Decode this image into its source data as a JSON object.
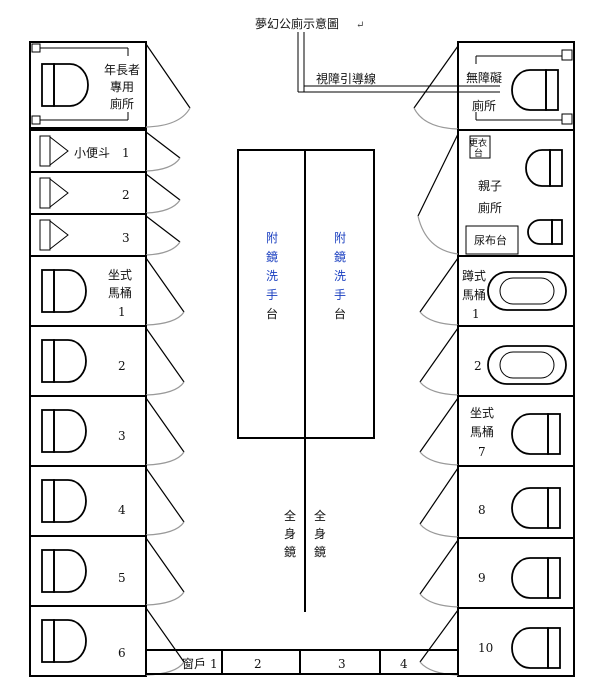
{
  "title": "夢幻公廁示意圖",
  "guide_label": "視障引導線",
  "colors": {
    "text_blue": "#1a3fc0",
    "line": "#000000",
    "door_arc": "#999999"
  },
  "left_column": {
    "elderly_toilet": [
      "年長者",
      "專用",
      "廁所"
    ],
    "urinal_label": "小便斗",
    "urinal_numbers": [
      "1",
      "2",
      "3"
    ],
    "sitting_toilet_label": [
      "坐式",
      "馬桶"
    ],
    "toilet_numbers": [
      "1",
      "2",
      "3",
      "4",
      "5",
      "6"
    ]
  },
  "right_column": {
    "accessible_toilet": [
      "無障礙",
      "廁所"
    ],
    "changing_station": [
      "更衣",
      "台"
    ],
    "family_toilet": [
      "親子",
      "廁所"
    ],
    "diaper_table": "尿布台",
    "squat_toilet_label": [
      "蹲式",
      "馬桶"
    ],
    "squat_numbers": [
      "1",
      "2"
    ],
    "sitting_toilet_label": [
      "坐式",
      "馬桶"
    ],
    "toilet_numbers": [
      "7",
      "8",
      "9",
      "10"
    ]
  },
  "center": {
    "sink_left": [
      "附",
      "鏡",
      "洗",
      "手",
      "台"
    ],
    "sink_right": [
      "附",
      "鏡",
      "洗",
      "手",
      "台"
    ],
    "mirror_left": [
      "全",
      "身",
      "鏡"
    ],
    "mirror_right": [
      "全",
      "身",
      "鏡"
    ]
  },
  "windows": {
    "label": "窗戶",
    "numbers": [
      "1",
      "2",
      "3",
      "4"
    ]
  },
  "paragraph_mark": "↵"
}
